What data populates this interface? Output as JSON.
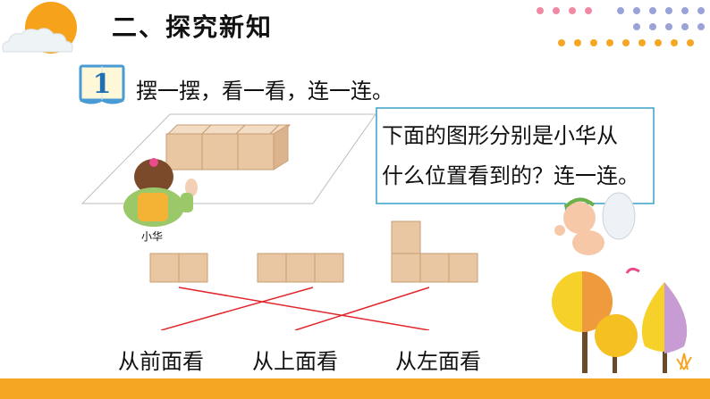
{
  "section_title": "二、探究新知",
  "step_number": "1",
  "instruction": "摆一摆，看一看，连一连。",
  "bubble_lines": [
    "下面的图形分别是小华从",
    "什么位置看到的？连一连。"
  ],
  "girl_label": "小华",
  "view_labels": {
    "front": "从前面看",
    "top": "从上面看",
    "left": "从左面看"
  },
  "colors": {
    "block_fill": "#e9c7a2",
    "block_stroke": "#c79d74",
    "line_color": "#e0262c",
    "title_bar": "#f5a623",
    "sun": "#f7a21b",
    "bubble_border": "#3aa0c8",
    "book_border": "#4a9ad4"
  },
  "icons": [
    "sun-icon",
    "cloud-icon",
    "book-icon",
    "dot-grid-decoration",
    "tree-decoration",
    "bird-icon",
    "grass-icon"
  ]
}
